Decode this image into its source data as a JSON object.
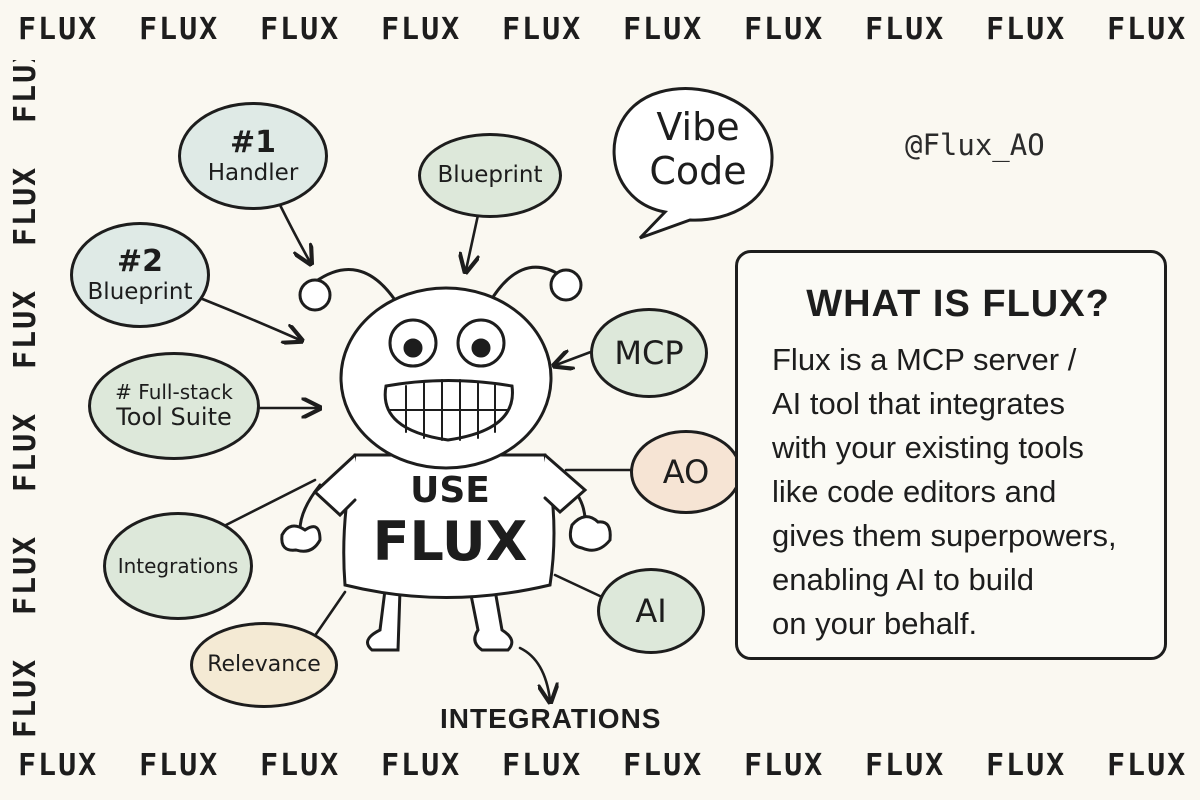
{
  "border": {
    "word": "FLUX",
    "top": [
      "FLUX",
      "FLUX",
      "FLUX",
      "FLUX",
      "FLUX",
      "FLUX",
      "FLUX",
      "FLUX",
      "FLUX",
      "FLUX"
    ],
    "bottom": [
      "FLUX",
      "FLUX",
      "FLUX",
      "FLUX",
      "FLUX",
      "FLUX",
      "FLUX",
      "FLUX",
      "FLUX",
      "FLUX"
    ],
    "left": [
      "FLUX",
      "FLUX",
      "FLUX",
      "FLUX",
      "FLUX",
      "FLUX"
    ]
  },
  "handle": "@Flux_AO",
  "bubbles": {
    "handler": {
      "line1": "#1",
      "line2": "Handler"
    },
    "blueprint_top": {
      "line1": "Blueprint"
    },
    "blueprint_two": {
      "line1": "#2",
      "line2": "Blueprint"
    },
    "toolsuite": {
      "line1": "# Full-stack",
      "line2": "Tool Suite"
    },
    "mcp": {
      "line1": "MCP"
    },
    "ao": {
      "line1": "AO"
    },
    "integrations": {
      "line1": "Integrations"
    },
    "relevance": {
      "line1": "Relevance"
    },
    "ai": {
      "line1": "AI"
    }
  },
  "speech": {
    "line1": "Vibe",
    "line2": "Code"
  },
  "mascot": {
    "shirt_line1": "USE",
    "shirt_line2": "FLUX"
  },
  "footer_label": "INTEGRATIONS",
  "info": {
    "title": "WHAT IS FLUX?",
    "lines": [
      "Flux is a MCP server /",
      "AI tool that integrates",
      "with your existing tools",
      "like code editors and",
      "gives them superpowers,",
      "enabling AI to build",
      "on your behalf."
    ]
  },
  "colors": {
    "background": "#faf8f1",
    "ink": "#1d1d1d",
    "bubble_blue": "#dfeae6",
    "bubble_green": "#dde8da",
    "bubble_peach": "#f6e4d4",
    "bubble_cream": "#f4ead4"
  }
}
